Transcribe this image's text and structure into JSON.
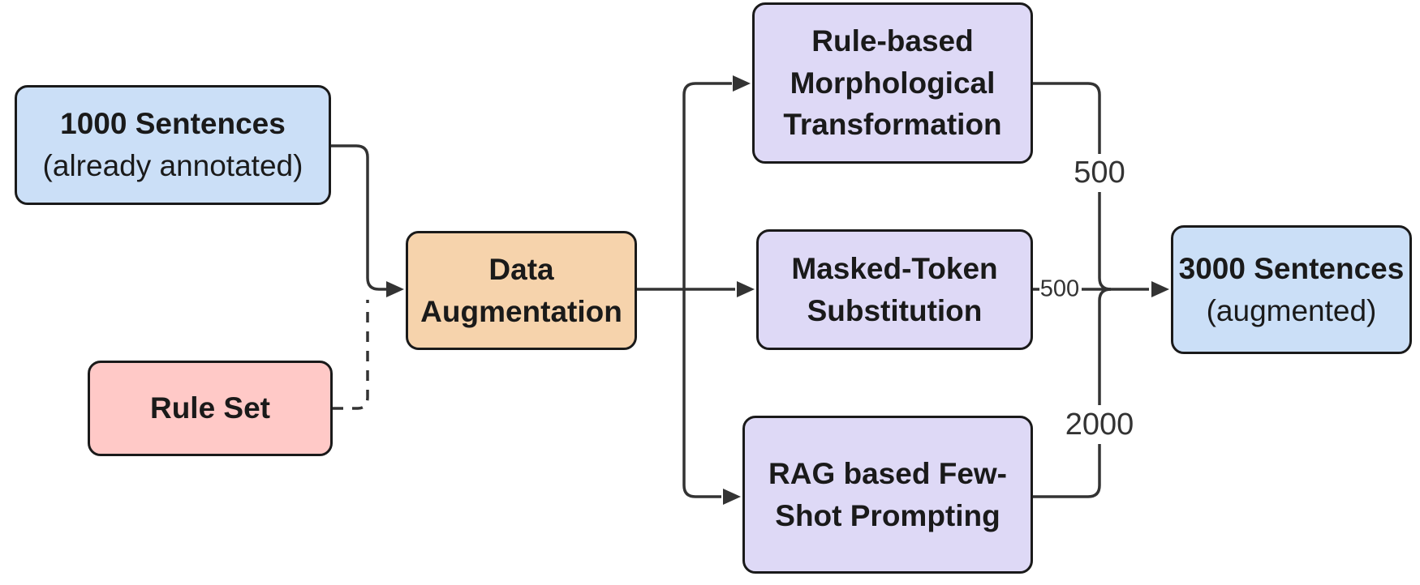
{
  "diagram": {
    "type": "flowchart",
    "direction": "left-to-right",
    "nodes": {
      "source": {
        "title": "1000 Sentences",
        "subtitle": "(already annotated)",
        "fill": "#cbdff7"
      },
      "ruleset": {
        "title": "Rule Set",
        "fill": "#ffc9c7"
      },
      "augmentation": {
        "title": "Data\nAugmentation",
        "fill": "#f6d3ac"
      },
      "morphological": {
        "title": "Rule-based\nMorphological\nTransformation",
        "fill": "#ded9f6"
      },
      "masked": {
        "title": "Masked-Token\nSubstitution",
        "fill": "#ded9f6"
      },
      "rag": {
        "title": "RAG based Few-\nShot Prompting",
        "fill": "#ded9f6"
      },
      "output": {
        "title": "3000 Sentences",
        "subtitle": "(augmented)",
        "fill": "#cbdff7"
      }
    },
    "edges": [
      {
        "from": "source",
        "to": "augmentation",
        "style": "solid",
        "label": ""
      },
      {
        "from": "ruleset",
        "to": "augmentation",
        "style": "dashed",
        "label": ""
      },
      {
        "from": "augmentation",
        "to": "morphological",
        "style": "solid",
        "label": ""
      },
      {
        "from": "augmentation",
        "to": "masked",
        "style": "solid",
        "label": ""
      },
      {
        "from": "augmentation",
        "to": "rag",
        "style": "solid",
        "label": ""
      },
      {
        "from": "morphological",
        "to": "output",
        "style": "solid",
        "label": "500"
      },
      {
        "from": "masked",
        "to": "output",
        "style": "solid",
        "label": "500"
      },
      {
        "from": "rag",
        "to": "output",
        "style": "solid",
        "label": "2000"
      }
    ],
    "colors": {
      "edge": "#333333",
      "node_border": "#1a1a1a",
      "node_text": "#1a1a1a",
      "background": "#ffffff"
    }
  }
}
